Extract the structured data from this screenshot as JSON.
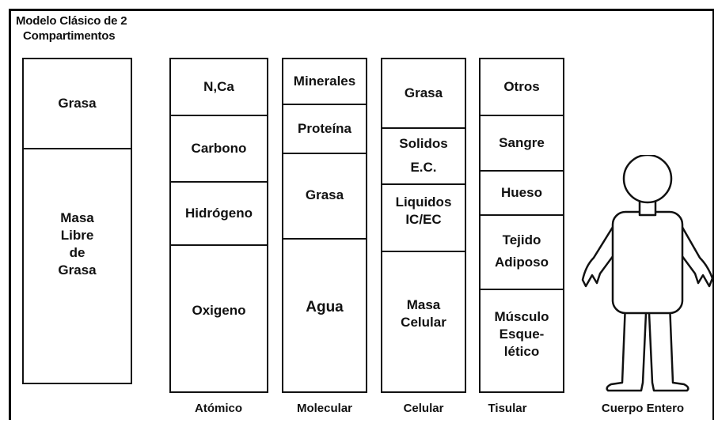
{
  "title": {
    "line1": "Modelo Clásico de 2",
    "line2": "Compartimentos"
  },
  "columns": {
    "classic": {
      "cells": [
        {
          "lines": [
            "Grasa"
          ]
        },
        {
          "lines": [
            "Masa",
            "Libre",
            "de",
            "Grasa"
          ]
        }
      ]
    },
    "atomic": {
      "caption": "Atómico",
      "cells": [
        {
          "lines": [
            "N,Ca"
          ]
        },
        {
          "lines": [
            "Carbono"
          ]
        },
        {
          "lines": [
            "Hidrógeno"
          ]
        },
        {
          "lines": [
            "Oxigeno"
          ]
        }
      ]
    },
    "molecular": {
      "caption": "Molecular",
      "cells": [
        {
          "lines": [
            "Minerales"
          ]
        },
        {
          "lines": [
            "Proteína"
          ]
        },
        {
          "lines": [
            "Grasa"
          ]
        },
        {
          "lines": [
            "Agua"
          ]
        }
      ]
    },
    "cellular": {
      "caption": "Celular",
      "cells": [
        {
          "lines": [
            "Grasa"
          ]
        },
        {
          "lines": [
            "Solidos",
            "E.C."
          ]
        },
        {
          "lines": [
            "Liquidos",
            "IC/EC"
          ]
        },
        {
          "lines": [
            "Masa",
            "Celular"
          ]
        }
      ]
    },
    "tissue": {
      "caption": "Tisular",
      "cells": [
        {
          "lines": [
            "Otros"
          ]
        },
        {
          "lines": [
            "Sangre"
          ]
        },
        {
          "lines": [
            "Hueso"
          ]
        },
        {
          "lines": [
            "Tejido",
            "Adiposo"
          ]
        },
        {
          "lines": [
            "Músculo",
            "Esque-",
            "lético"
          ]
        }
      ]
    },
    "whole_body": {
      "caption": "Cuerpo Entero"
    }
  }
}
